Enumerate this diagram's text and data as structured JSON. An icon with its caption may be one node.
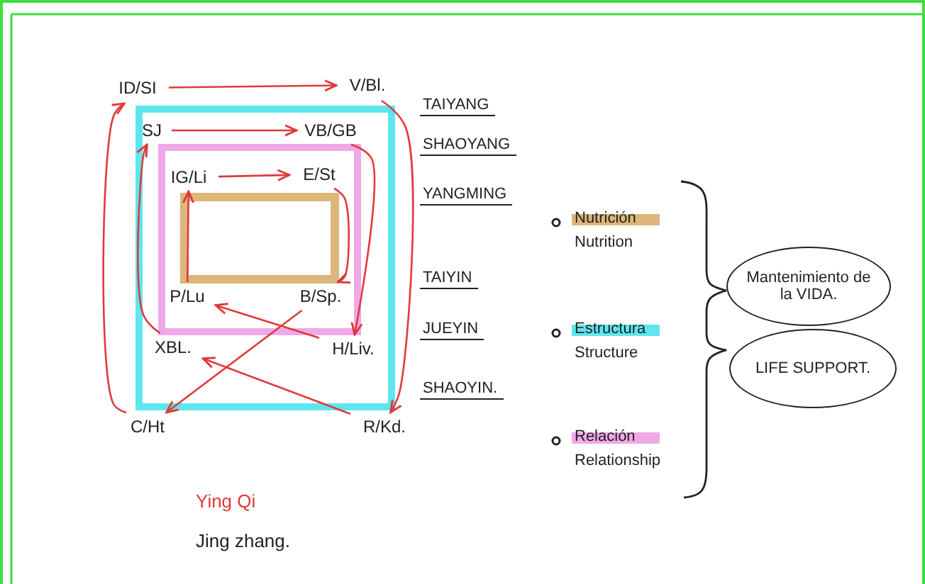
{
  "diagram": {
    "nodes": [
      {
        "text": [
          "ID/SI"
        ]
      },
      {
        "text": [
          "V/Bl."
        ]
      },
      {
        "text": [
          "SJ"
        ]
      },
      {
        "text": [
          "VB/GB"
        ]
      },
      {
        "text": [
          "IG/Li"
        ]
      },
      {
        "text": [
          "E/St"
        ]
      },
      {
        "text": [
          "P/Lu"
        ]
      },
      {
        "text": [
          "B/Sp."
        ]
      },
      {
        "text": [
          "XBL."
        ]
      },
      {
        "text": [
          "H/Liv."
        ]
      },
      {
        "text": [
          "C/Ht"
        ]
      },
      {
        "text": [
          "R/Kd."
        ]
      },
      {
        "text": [
          "Mantenimiento de la VIDA."
        ]
      },
      {
        "text": [
          "LIFE SUPPORT."
        ]
      }
    ],
    "edges": [
      {
        "from": 0,
        "to": 1,
        "arrow": "to"
      },
      {
        "from": 1,
        "to": 11,
        "arrow": "to"
      },
      {
        "from": 2,
        "to": 3,
        "arrow": "to"
      },
      {
        "from": 3,
        "to": 9,
        "arrow": "to"
      },
      {
        "from": 9,
        "to": 6,
        "arrow": "to"
      },
      {
        "from": 6,
        "to": 4,
        "arrow": "to"
      },
      {
        "from": 4,
        "to": 5,
        "arrow": "to"
      },
      {
        "from": 5,
        "to": 7,
        "arrow": "to"
      },
      {
        "from": 7,
        "to": 10,
        "arrow": "to"
      },
      {
        "from": 11,
        "to": 8,
        "arrow": "to"
      },
      {
        "from": 8,
        "to": 2,
        "arrow": "to"
      },
      {
        "from": 10,
        "to": 0,
        "arrow": "to"
      }
    ],
    "labels": [
      "TAIYANG",
      "SHAOYANG",
      "YANGMING",
      "TAIYIN",
      "JUEYIN",
      "SHAOYIN.",
      "Ying Qi",
      "Jing zhang."
    ],
    "legend": [
      {
        "text": "Nutrición Nutrition",
        "color": "#dcb67a"
      },
      {
        "text": "Estructura Structure",
        "color": "#5ee6ef"
      },
      {
        "text": "Relación Relationship",
        "color": "#f0a8e8"
      }
    ]
  }
}
